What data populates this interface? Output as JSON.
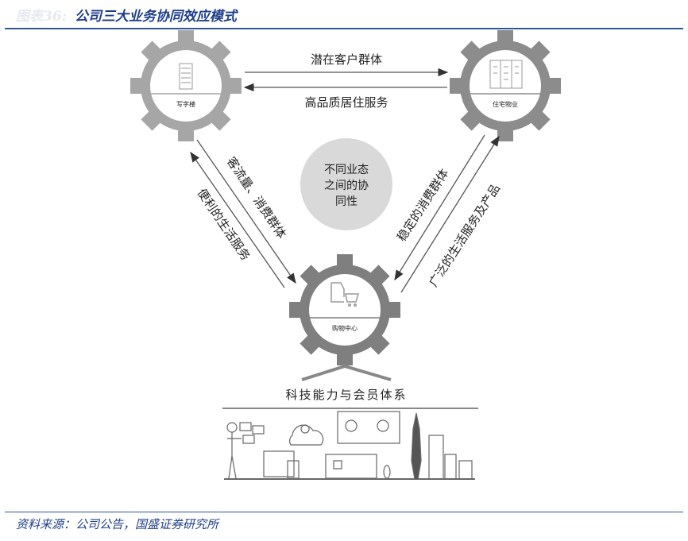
{
  "header": {
    "figure_no": "图表36:",
    "title": "公司三大业务协同效应模式"
  },
  "gears": {
    "office": "写字楼",
    "residential": "住宅物业",
    "mall": "购物中心"
  },
  "arrows": {
    "top_right": "潜在客户群体",
    "top_left": "高品质居住服务",
    "left_inner": "客流量、消费群体",
    "left_outer": "便利的生活服务",
    "right_inner": "稳定的消费群体",
    "right_outer": "广泛的生活服务及产品"
  },
  "center": {
    "line1": "不同业态",
    "line2": "之间的协",
    "line3": "同性"
  },
  "foundation": "科技能力与会员体系",
  "footer": {
    "source": "资料来源：公司公告，国盛证券研究所"
  }
}
